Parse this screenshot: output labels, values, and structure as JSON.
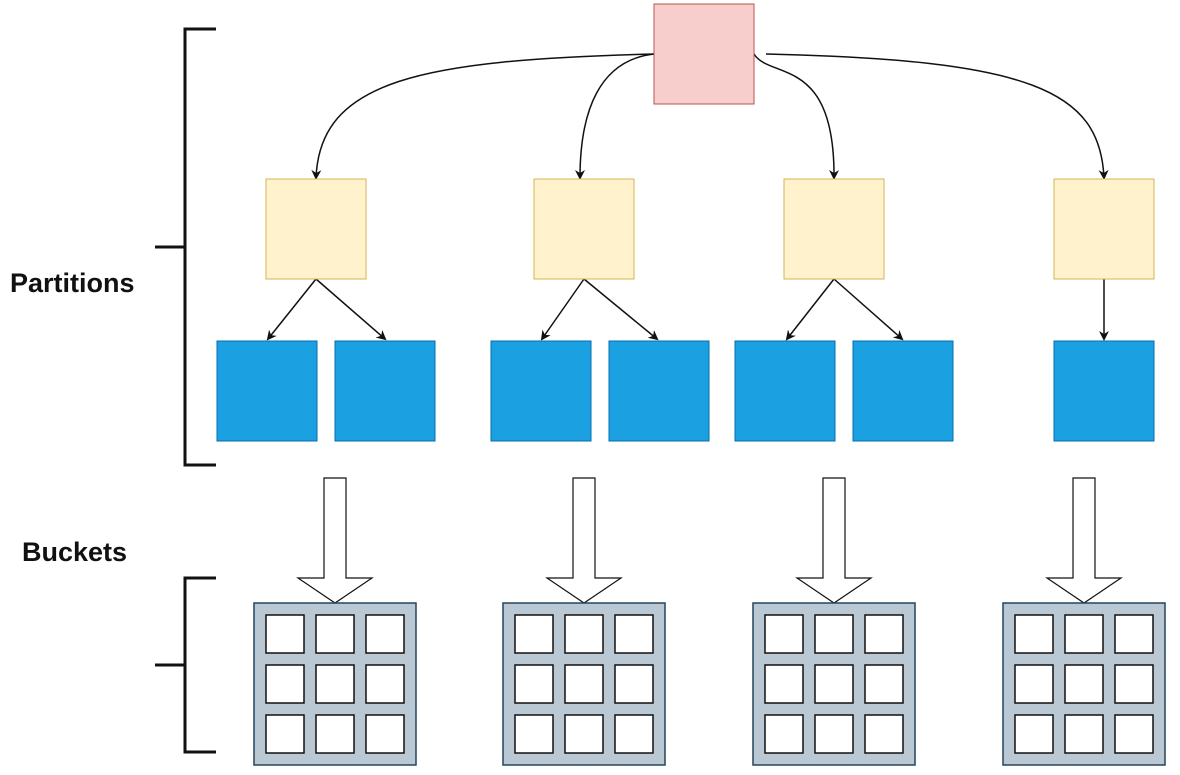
{
  "labels": {
    "partitions": "Partitions",
    "buckets": "Buckets"
  },
  "structure": {
    "root_count": 1,
    "partition_groups": [
      {
        "leaf_count": 2
      },
      {
        "leaf_count": 2
      },
      {
        "leaf_count": 2
      },
      {
        "leaf_count": 1
      }
    ],
    "bucket_grid": {
      "rows": 3,
      "cols": 3
    }
  },
  "colors": {
    "root_fill": "#F8CECC",
    "root_stroke": "#B85450",
    "partition_fill": "#FFF2CC",
    "partition_stroke": "#D6B656",
    "leaf_fill": "#1BA1E2",
    "leaf_stroke": "#006EAF",
    "bucket_fill": "#BAC8D3",
    "bucket_stroke": "#23445D",
    "line": "#111111"
  }
}
